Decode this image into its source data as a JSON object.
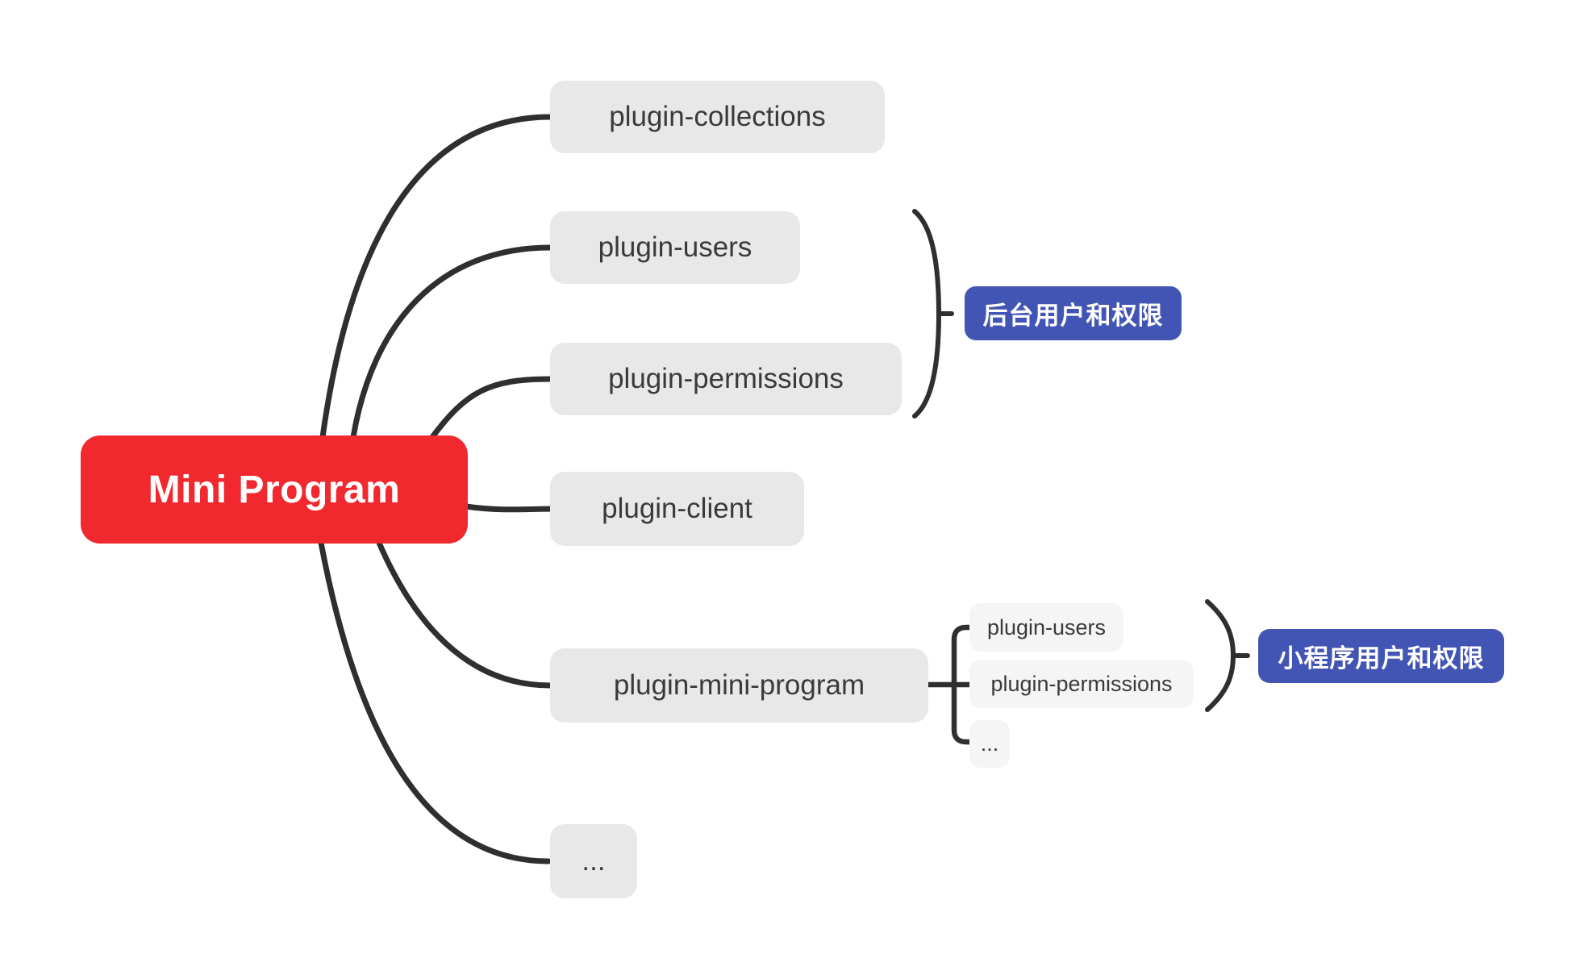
{
  "diagram": {
    "root": {
      "label": "Mini Program"
    },
    "level1": [
      {
        "label": "plugin-collections"
      },
      {
        "label": "plugin-users"
      },
      {
        "label": "plugin-permissions"
      },
      {
        "label": "plugin-client"
      },
      {
        "label": "plugin-mini-program"
      },
      {
        "label": "..."
      }
    ],
    "level2": [
      {
        "label": "plugin-users"
      },
      {
        "label": "plugin-permissions"
      },
      {
        "label": "..."
      }
    ],
    "summaries": [
      {
        "label": "后台用户和权限"
      },
      {
        "label": "小程序用户和权限"
      }
    ],
    "colors": {
      "root_bg": "#F1282E",
      "root_text": "#FFFFFF",
      "node_bg": "#E8E8E8",
      "subnode_bg": "#F5F5F5",
      "node_text": "#3A3A3A",
      "edge": "#2F2F2F",
      "summary_bg": "#4355B4",
      "summary_text": "#FFFFFF"
    }
  }
}
